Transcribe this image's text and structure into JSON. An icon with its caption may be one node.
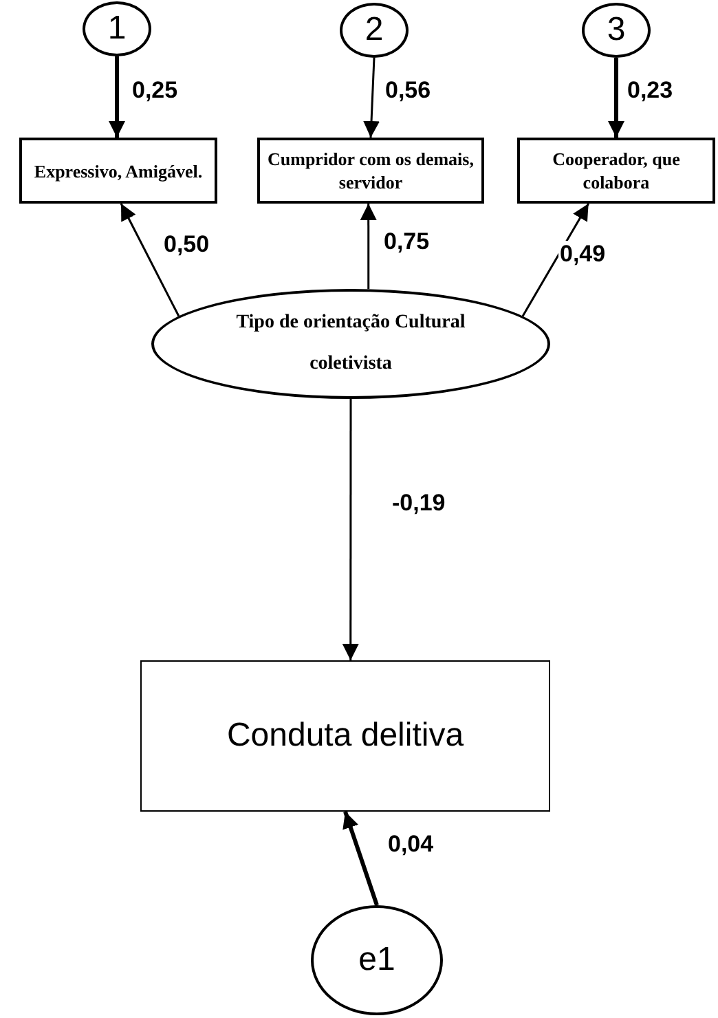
{
  "diagram": {
    "nodes": [
      {
        "text": [
          "1"
        ]
      },
      {
        "text": [
          "2"
        ]
      },
      {
        "text": [
          "3"
        ]
      },
      {
        "text": [
          "Expressivo, Amigável."
        ]
      },
      {
        "text": [
          "Cumpridor com os demais, servidor"
        ]
      },
      {
        "text": [
          "Cooperador, que colabora"
        ]
      },
      {
        "text": [
          "Tipo de orientação Cultural coletivista"
        ]
      },
      {
        "text": [
          "Conduta delitiva"
        ]
      },
      {
        "text": [
          "e1"
        ]
      }
    ],
    "edges": [
      {
        "from": 0,
        "to": 3,
        "arrow": "to",
        "label": "0,25",
        "style": "thick"
      },
      {
        "from": 1,
        "to": 4,
        "arrow": "to",
        "label": "0,56"
      },
      {
        "from": 2,
        "to": 5,
        "arrow": "to",
        "label": "0,23",
        "style": "thick"
      },
      {
        "from": 6,
        "to": 3,
        "arrow": "to",
        "label": "0,50"
      },
      {
        "from": 6,
        "to": 4,
        "arrow": "to",
        "label": "0,75"
      },
      {
        "from": 6,
        "to": 5,
        "arrow": "to",
        "label": "0,49"
      },
      {
        "from": 6,
        "to": 7,
        "arrow": "to",
        "label": "-0,19"
      },
      {
        "from": 8,
        "to": 7,
        "arrow": "to",
        "label": "0,04",
        "style": "thick"
      }
    ]
  }
}
